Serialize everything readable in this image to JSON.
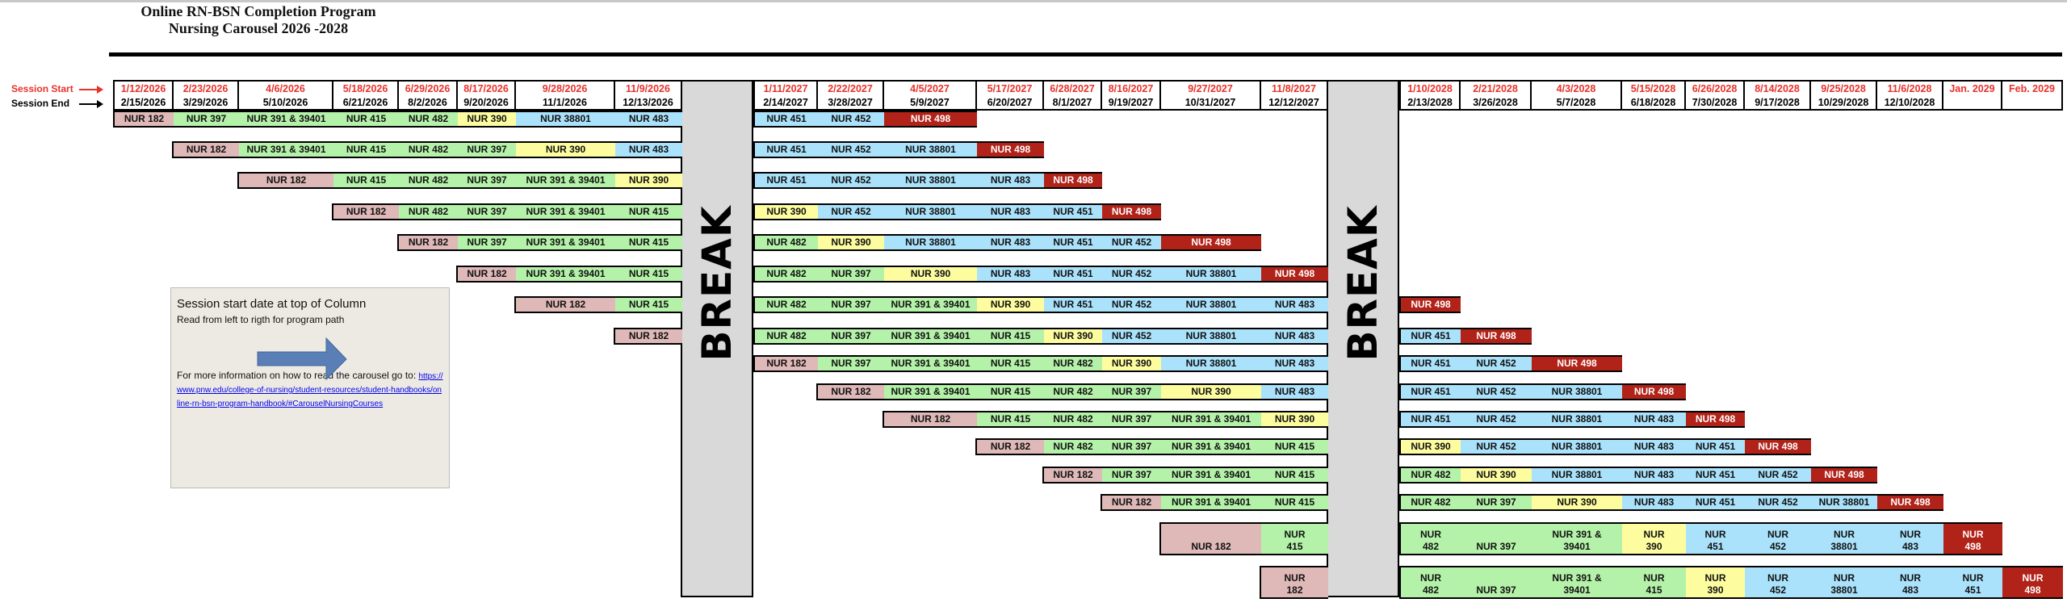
{
  "title": {
    "line1": "Online RN-BSN Completion Program",
    "line2": "Nursing Carousel  2026 -2028"
  },
  "legend_labels": {
    "session_start": "Session Start",
    "session_end": "Session End"
  },
  "break_label": "BREAK",
  "colors": {
    "pink": "#dfb8b8",
    "green": "#b5f2a9",
    "yellow": "#fdfda0",
    "blue": "#aae2fb",
    "red": "#b12219",
    "start_text": "#e8322b"
  },
  "course_colors": {
    "NUR 182": "pink",
    "NUR 397": "green",
    "NUR 391 & 39401": "green",
    "NUR 415": "green",
    "NUR 482": "green",
    "NUR 390": "yellow",
    "NUR 38801": "blue",
    "NUR 483": "blue",
    "NUR 451": "blue",
    "NUR 452": "blue",
    "NUR 498": "red"
  },
  "sessions": [
    {
      "start": "1/12/2026",
      "end": "2/15/2026"
    },
    {
      "start": "2/23/2026",
      "end": "3/29/2026"
    },
    {
      "start": "4/6/2026",
      "end": "5/10/2026"
    },
    {
      "start": "5/18/2026",
      "end": "6/21/2026"
    },
    {
      "start": "6/29/2026",
      "end": "8/2/2026"
    },
    {
      "start": "8/17/2026",
      "end": "9/20/2026"
    },
    {
      "start": "9/28/2026",
      "end": "11/1/2026"
    },
    {
      "start": "11/9/2026",
      "end": "12/13/2026"
    },
    {
      "start": "1/11/2027",
      "end": "2/14/2027"
    },
    {
      "start": "2/22/2027",
      "end": "3/28/2027"
    },
    {
      "start": "4/5/2027",
      "end": "5/9/2027"
    },
    {
      "start": "5/17/2027",
      "end": "6/20/2027"
    },
    {
      "start": "6/28/2027",
      "end": "8/1/2027"
    },
    {
      "start": "8/16/2027",
      "end": "9/19/2027"
    },
    {
      "start": "9/27/2027",
      "end": "10/31/2027"
    },
    {
      "start": "11/8/2027",
      "end": "12/12/2027"
    },
    {
      "start": "1/10/2028",
      "end": "2/13/2028"
    },
    {
      "start": "2/21/2028",
      "end": "3/26/2028"
    },
    {
      "start": "4/3/2028",
      "end": "5/7/2028"
    },
    {
      "start": "5/15/2028",
      "end": "6/18/2028"
    },
    {
      "start": "6/26/2028",
      "end": "7/30/2028"
    },
    {
      "start": "8/14/2028",
      "end": "9/17/2028"
    },
    {
      "start": "9/25/2028",
      "end": "10/29/2028"
    },
    {
      "start": "11/6/2028",
      "end": "12/10/2028"
    },
    {
      "start": "Jan. 2029",
      "end": ""
    },
    {
      "start": "Feb. 2029",
      "end": ""
    }
  ],
  "tracks": [
    {
      "row": 1,
      "segments": [
        {
          "start": 0,
          "courses": [
            "NUR 182",
            "NUR 397",
            "NUR 391 & 39401",
            "NUR 415",
            "NUR 482",
            "NUR 390",
            "NUR 38801",
            "NUR 483"
          ]
        },
        {
          "start": 8,
          "courses": [
            "NUR 451",
            "NUR 452",
            "NUR 498"
          ]
        }
      ]
    },
    {
      "row": 2,
      "segments": [
        {
          "start": 1,
          "courses": [
            "NUR 182",
            "NUR 391 & 39401",
            "NUR 415",
            "NUR 482",
            "NUR 397",
            "NUR 390",
            "NUR 483"
          ]
        },
        {
          "start": 8,
          "courses": [
            "NUR 451",
            "NUR 452",
            "NUR 38801",
            "NUR 498"
          ]
        }
      ]
    },
    {
      "row": 3,
      "segments": [
        {
          "start": 2,
          "courses": [
            "NUR 182",
            "NUR 415",
            "NUR 482",
            "NUR 397",
            "NUR 391 & 39401",
            "NUR 390"
          ]
        },
        {
          "start": 8,
          "courses": [
            "NUR 451",
            "NUR 452",
            "NUR 38801",
            "NUR 483",
            "NUR 498"
          ]
        }
      ]
    },
    {
      "row": 4,
      "segments": [
        {
          "start": 3,
          "courses": [
            "NUR 182",
            "NUR 482",
            "NUR 397",
            "NUR 391 & 39401",
            "NUR 415"
          ]
        },
        {
          "start": 8,
          "courses": [
            "NUR 390",
            "NUR 452",
            "NUR 38801",
            "NUR 483",
            "NUR 451",
            "NUR 498"
          ]
        }
      ]
    },
    {
      "row": 5,
      "segments": [
        {
          "start": 4,
          "courses": [
            "NUR 182",
            "NUR 397",
            "NUR 391 & 39401",
            "NUR 415"
          ]
        },
        {
          "start": 8,
          "courses": [
            "NUR 482",
            "NUR 390",
            "NUR 38801",
            "NUR 483",
            "NUR 451",
            "NUR 452",
            "NUR 498"
          ]
        }
      ]
    },
    {
      "row": 6,
      "segments": [
        {
          "start": 5,
          "courses": [
            "NUR 182",
            "NUR 391 & 39401",
            "NUR 415"
          ]
        },
        {
          "start": 8,
          "courses": [
            "NUR 482",
            "NUR 397",
            "NUR 390",
            "NUR 483",
            "NUR 451",
            "NUR 452",
            "NUR 38801",
            "NUR 498"
          ]
        }
      ]
    },
    {
      "row": 7,
      "segments": [
        {
          "start": 6,
          "courses": [
            "NUR 182",
            "NUR 415"
          ]
        },
        {
          "start": 8,
          "courses": [
            "NUR 482",
            "NUR 397",
            "NUR 391 & 39401",
            "NUR 390",
            "NUR 451",
            "NUR 452",
            "NUR 38801",
            "NUR 483"
          ]
        },
        {
          "start": 16,
          "courses": [
            "NUR 498"
          ]
        }
      ]
    },
    {
      "row": 8,
      "segments": [
        {
          "start": 7,
          "courses": [
            "NUR 182"
          ]
        },
        {
          "start": 8,
          "courses": [
            "NUR 482",
            "NUR 397",
            "NUR 391 & 39401",
            "NUR 415",
            "NUR 390",
            "NUR 452",
            "NUR 38801",
            "NUR 483"
          ]
        },
        {
          "start": 16,
          "courses": [
            "NUR 451",
            "NUR 498"
          ]
        }
      ]
    },
    {
      "row": 9,
      "segments": [
        {
          "start": 8,
          "courses": [
            "NUR 182",
            "NUR 397",
            "NUR 391 & 39401",
            "NUR 415",
            "NUR 482",
            "NUR 390",
            "NUR 38801",
            "NUR 483"
          ]
        },
        {
          "start": 16,
          "courses": [
            "NUR 451",
            "NUR 452",
            "NUR 498"
          ]
        }
      ]
    },
    {
      "row": 10,
      "segments": [
        {
          "start": 9,
          "courses": [
            "NUR 182",
            "NUR 391 & 39401",
            "NUR 415",
            "NUR 482",
            "NUR 397",
            "NUR 390",
            "NUR 483"
          ]
        },
        {
          "start": 16,
          "courses": [
            "NUR 451",
            "NUR 452",
            "NUR 38801",
            "NUR 498"
          ]
        }
      ]
    },
    {
      "row": 11,
      "segments": [
        {
          "start": 10,
          "courses": [
            "NUR 182",
            "NUR 415",
            "NUR 482",
            "NUR 397",
            "NUR 391 & 39401",
            "NUR 390"
          ]
        },
        {
          "start": 16,
          "courses": [
            "NUR 451",
            "NUR 452",
            "NUR 38801",
            "NUR 483",
            "NUR 498"
          ]
        }
      ]
    },
    {
      "row": 12,
      "segments": [
        {
          "start": 11,
          "courses": [
            "NUR 182",
            "NUR 482",
            "NUR 397",
            "NUR 391 & 39401",
            "NUR 415"
          ]
        },
        {
          "start": 16,
          "courses": [
            "NUR 390",
            "NUR 452",
            "NUR 38801",
            "NUR 483",
            "NUR 451",
            "NUR 498"
          ]
        }
      ]
    },
    {
      "row": 13,
      "segments": [
        {
          "start": 12,
          "courses": [
            "NUR 182",
            "NUR 397",
            "NUR 391 & 39401",
            "NUR 415"
          ]
        },
        {
          "start": 16,
          "courses": [
            "NUR 482",
            "NUR 390",
            "NUR 38801",
            "NUR 483",
            "NUR 451",
            "NUR 452",
            "NUR 498"
          ]
        }
      ]
    },
    {
      "row": 14,
      "segments": [
        {
          "start": 13,
          "courses": [
            "NUR 182",
            "NUR 391 & 39401",
            "NUR 415"
          ]
        },
        {
          "start": 16,
          "courses": [
            "NUR 482",
            "NUR 397",
            "NUR 390",
            "NUR 483",
            "NUR 451",
            "NUR 452",
            "NUR 38801",
            "NUR 498"
          ]
        }
      ]
    },
    {
      "row": 15,
      "segments": [
        {
          "start": 14,
          "courses": [
            "NUR 182",
            "NUR 415"
          ]
        },
        {
          "start": 16,
          "courses": [
            "NUR 482",
            "NUR 397",
            "NUR 391 & 39401",
            "NUR 390",
            "NUR 451",
            "NUR 452",
            "NUR 38801",
            "NUR 483",
            "NUR 498"
          ]
        }
      ]
    },
    {
      "row": 16,
      "segments": [
        {
          "start": 15,
          "courses": [
            "NUR 182"
          ]
        },
        {
          "start": 16,
          "courses": [
            "NUR 482",
            "NUR 397",
            "NUR 391 & 39401",
            "NUR 415",
            "NUR 390",
            "NUR 452",
            "NUR 38801",
            "NUR 483",
            "NUR 451",
            "NUR 498"
          ]
        }
      ]
    }
  ],
  "note": {
    "heading": "Session start date at top of Column",
    "subheading": "Read from left to rigth for program path",
    "more_info": "For more information on how to read the carousel go to: ",
    "link": "https://www.pnw.edu/college-of-nursing/student-resources/student-handbooks/online-rn-bsn-program-handbook/#CarouselNursingCourses"
  }
}
